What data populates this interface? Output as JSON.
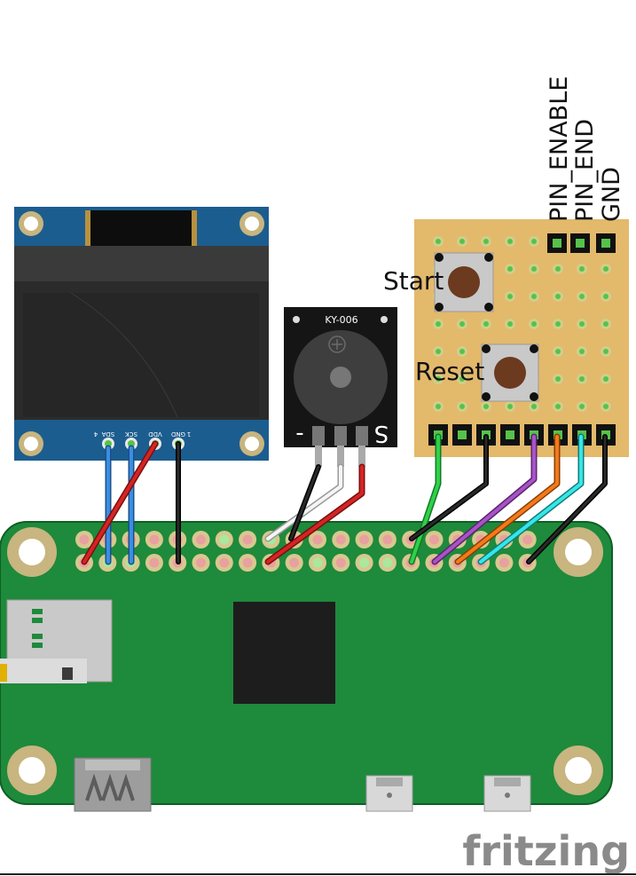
{
  "oled": {
    "pins": [
      "SDA",
      "SCK",
      "VDD",
      "GND"
    ],
    "pin_numbers": [
      "4",
      "1"
    ]
  },
  "buzzer": {
    "name": "KY-006",
    "minus": "-",
    "signal": "S"
  },
  "perfboard": {
    "buttons": [
      "Start",
      "Reset"
    ],
    "connectors": [
      "PIN_ENABLE",
      "PIN_END",
      "GND"
    ]
  },
  "brand": "fritzing",
  "colors": {
    "board": "#1f8a3c",
    "oled_pcb": "#1c5d8f",
    "perfboard": "#e3b96c",
    "wire_blue": "#2f7fd6",
    "wire_red": "#c81f1f",
    "wire_black": "#1a1a1a",
    "wire_white": "#f2f2f2",
    "wire_green": "#22b43a",
    "wire_purple": "#9a44b6",
    "wire_orange": "#ee6f12",
    "wire_cyan": "#28d6d6"
  }
}
